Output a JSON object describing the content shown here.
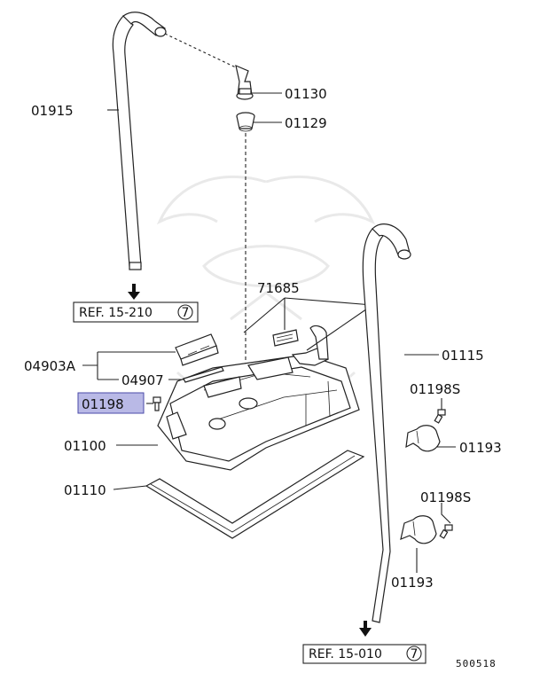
{
  "labels": {
    "p01915": "01915",
    "p01130": "01130",
    "p01129": "01129",
    "p71685": "71685",
    "p04903A": "04903A",
    "p04907": "04907",
    "p01198": "01198",
    "p01100": "01100",
    "p01110": "01110",
    "p01115": "01115",
    "p01198S_top": "01198S",
    "p01193_top": "01193",
    "p01198S_bottom": "01198S",
    "p01193_bottom": "01193"
  },
  "refs": {
    "top_text": "REF. 15-210",
    "top_circle": "7",
    "bottom_text": "REF. 15-010",
    "bottom_circle": "7"
  },
  "diagram_number": "500518",
  "colors": {
    "highlight_fill": "#b9b9e6",
    "highlight_stroke": "#4a4aa8"
  }
}
